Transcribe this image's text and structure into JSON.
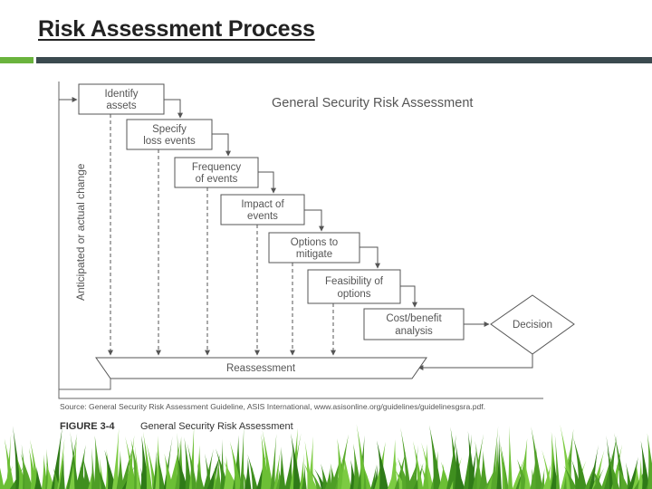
{
  "slide": {
    "title": "Risk Assessment Process"
  },
  "diagram": {
    "title": "General Security Risk Assessment",
    "side_label": "Anticipated or actual change",
    "steps": [
      {
        "line1": "Identify",
        "line2": "assets"
      },
      {
        "line1": "Specify",
        "line2": "loss events"
      },
      {
        "line1": "Frequency",
        "line2": "of events"
      },
      {
        "line1": "Impact of",
        "line2": "events"
      },
      {
        "line1": "Options to",
        "line2": "mitigate"
      },
      {
        "line1": "Feasibility of",
        "line2": "options"
      },
      {
        "line1": "Cost/benefit",
        "line2": "analysis"
      }
    ],
    "decision": "Decision",
    "reassessment": "Reassessment",
    "source": "Source: General Security Risk Assessment Guideline, ASIS International, www.asisonline.org/guidelines/guidelinesgsra.pdf.",
    "figure_number": "FIGURE  3-4",
    "figure_title": "General Security Risk Assessment"
  },
  "colors": {
    "accent_green": "#6ab33d",
    "bar_dark": "#3b4a4f",
    "diagram_ink": "#555555"
  }
}
